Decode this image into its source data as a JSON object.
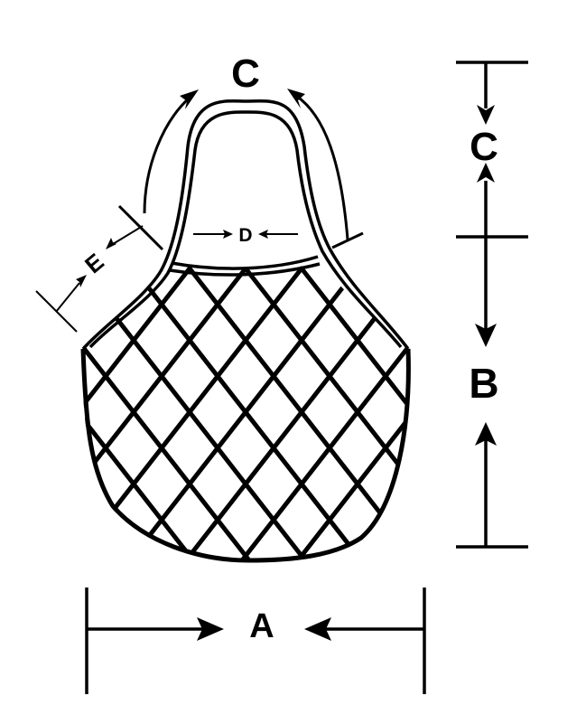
{
  "labels": {
    "a": "A",
    "b": "B",
    "c_top": "C",
    "c_right": "C",
    "d": "D",
    "e": "E"
  },
  "colors": {
    "stroke": "#000000",
    "background": "#ffffff"
  }
}
